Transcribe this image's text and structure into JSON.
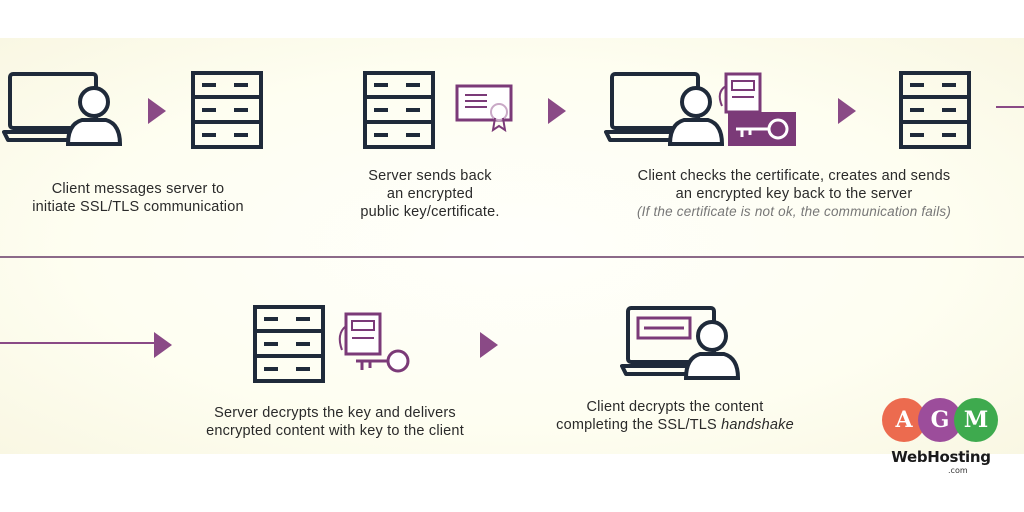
{
  "steps": [
    {
      "caption_lines": [
        "Client messages server to",
        "initiate SSL/TLS communication"
      ]
    },
    {
      "caption_lines": [
        "Server sends back",
        "an encrypted",
        "public key/certificate."
      ]
    },
    {
      "caption_lines": [
        "Client checks the certificate, creates and sends",
        "an encrypted key back to the server"
      ],
      "note": "(If the certificate is not ok, the communication fails)"
    },
    {
      "caption_lines": [
        "Server decrypts the key and delivers",
        "encrypted content with key to the client"
      ]
    },
    {
      "caption_line1": "Client decrypts the content",
      "caption_line2_prefix": "completing the SSL/TLS ",
      "caption_line2_emph": "handshake"
    }
  ],
  "logo": {
    "letters": [
      "A",
      "G",
      "M"
    ],
    "letter_colors": [
      "#ec6b4f",
      "#9c4d9b",
      "#3eaa4e"
    ],
    "name": "WebHosting",
    "sub": ".com"
  },
  "colors": {
    "dark": "#1f2a3a",
    "purple": "#7b3a78",
    "arrow": "#8a4a86"
  }
}
